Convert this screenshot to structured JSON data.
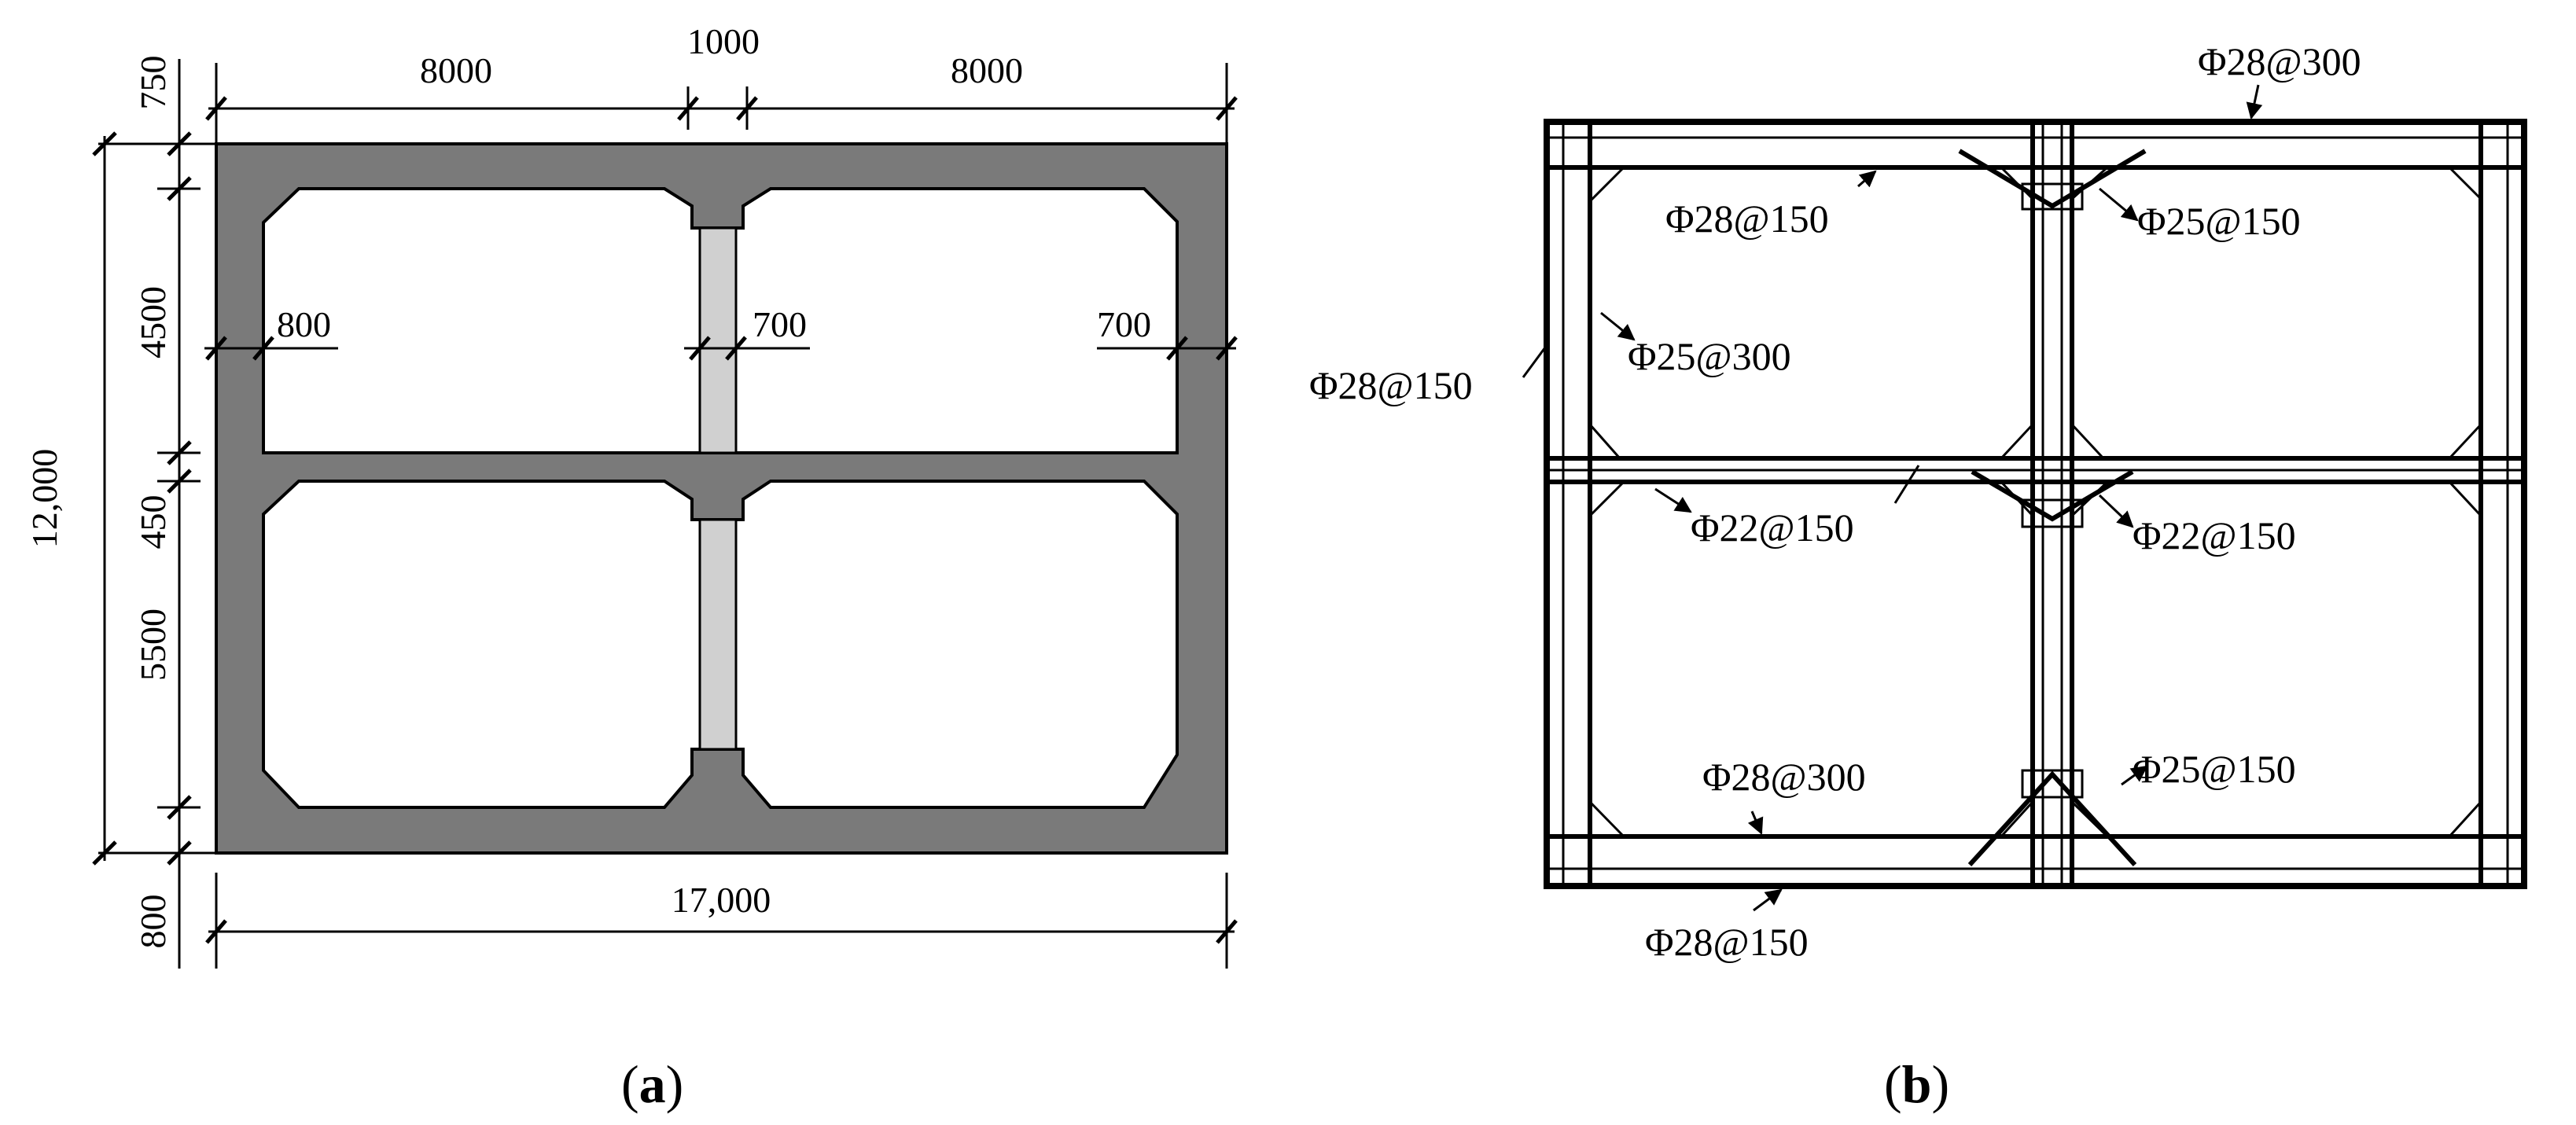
{
  "panel_a": {
    "caption_open": "(",
    "caption_letter": "a",
    "caption_close": ")",
    "dims": {
      "width_left": "8000",
      "width_mid": "1000",
      "width_right": "8000",
      "total_width": "17,000",
      "total_height": "12,000",
      "top_slab": "750",
      "upper_cell": "4500",
      "mid_slab": "450",
      "lower_cell": "5500",
      "bottom_slab": "800",
      "left_wall": "800",
      "mid_wall": "700",
      "right_wall": "700"
    },
    "colors": {
      "concrete": "#7a7a7a",
      "column": "#d0d0d0"
    }
  },
  "panel_b": {
    "caption_open": "(",
    "caption_letter": "b",
    "caption_close": ")",
    "labels": {
      "top_slab_outer": "Φ28@300",
      "top_slab_inner": "Φ28@150",
      "top_haunch": "Φ25@150",
      "left_wall_outer": "Φ28@150",
      "left_wall_inner": "Φ25@300",
      "mid_slab": "Φ22@150",
      "mid_haunch": "Φ22@150",
      "bottom_slab_inner": "Φ28@300",
      "bottom_haunch": "Φ25@150",
      "bottom_slab_outer": "Φ28@150"
    }
  }
}
